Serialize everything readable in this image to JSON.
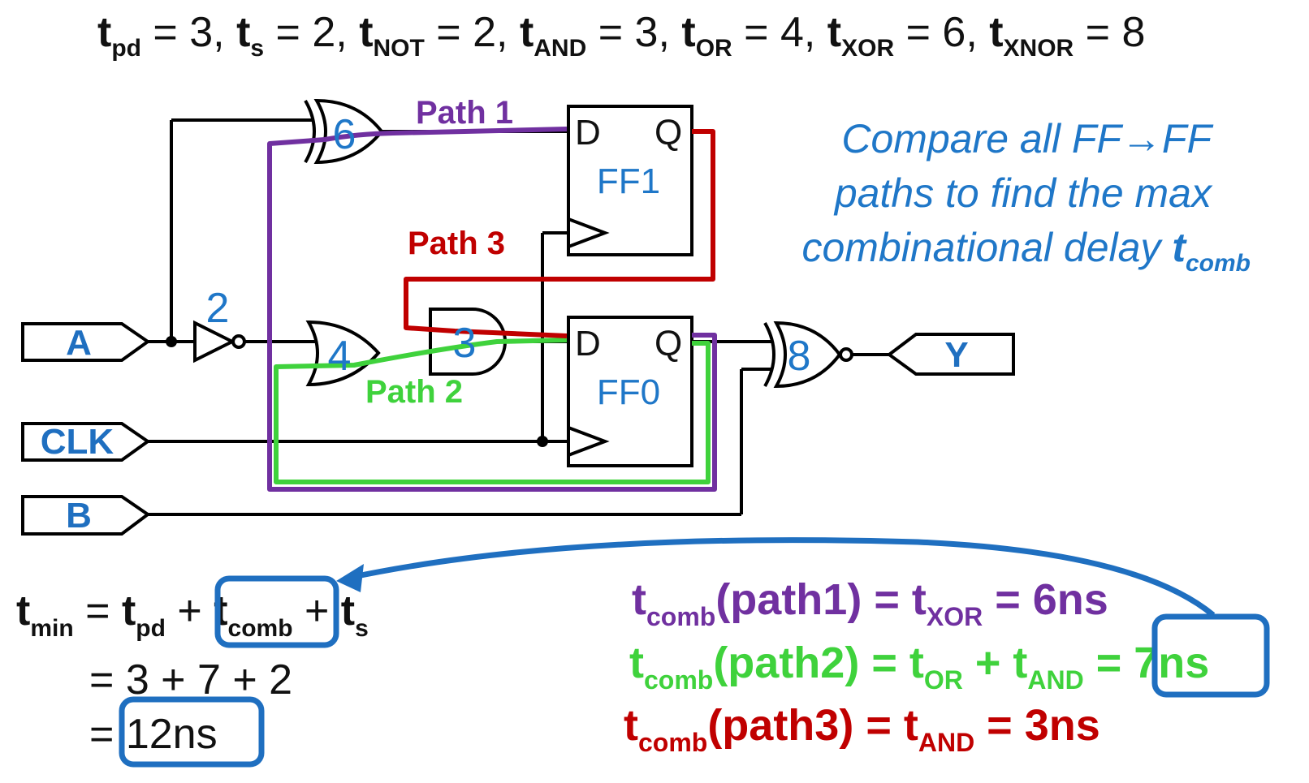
{
  "params": {
    "t_pd": "3",
    "t_s": "2",
    "t_NOT": "2",
    "t_AND": "3",
    "t_OR": "4",
    "t_XOR": "6",
    "t_XNOR": "8"
  },
  "labels": {
    "t": "t",
    "sub_pd": "pd",
    "sub_s": "s",
    "sub_NOT": "NOT",
    "sub_AND": "AND",
    "sub_OR": "OR",
    "sub_XOR": "XOR",
    "sub_XNOR": "XNOR",
    "sub_comb": "comb",
    "sub_min": "min"
  },
  "inputs": {
    "A": "A",
    "CLK": "CLK",
    "B": "B",
    "Y": "Y"
  },
  "gates": {
    "xor": "6",
    "not": "2",
    "or": "4",
    "and": "3",
    "xnor": "8"
  },
  "flipflops": {
    "ff1": {
      "name": "FF1",
      "d": "D",
      "q": "Q"
    },
    "ff0": {
      "name": "FF0",
      "d": "D",
      "q": "Q"
    }
  },
  "paths": {
    "p1": {
      "label": "Path 1",
      "color": "#7030a0"
    },
    "p2": {
      "label": "Path 2",
      "color": "#3fd23c"
    },
    "p3": {
      "label": "Path 3",
      "color": "#c00000"
    }
  },
  "note": {
    "line1": "Compare all FF→FF",
    "line2": "paths to find the max",
    "line3": "combinational delay ",
    "color": "#1f77c8"
  },
  "formula": {
    "eq_head": " = ",
    "plus": " + ",
    "line2": "= 3 + 7 + 2",
    "eq": "= ",
    "result": "12ns"
  },
  "comb_lines": {
    "p1": {
      "arg": "(path1) = ",
      "tail": " = 6ns"
    },
    "p2": {
      "arg": "(path2) = ",
      "mid": " + ",
      "eq": " = ",
      "result": "7ns"
    },
    "p3": {
      "arg": "(path3) = ",
      "tail": " = 3ns"
    }
  },
  "colors": {
    "accent_blue": "#1f6fc0",
    "text_blue": "#1f77c8",
    "wire": "#000000"
  }
}
